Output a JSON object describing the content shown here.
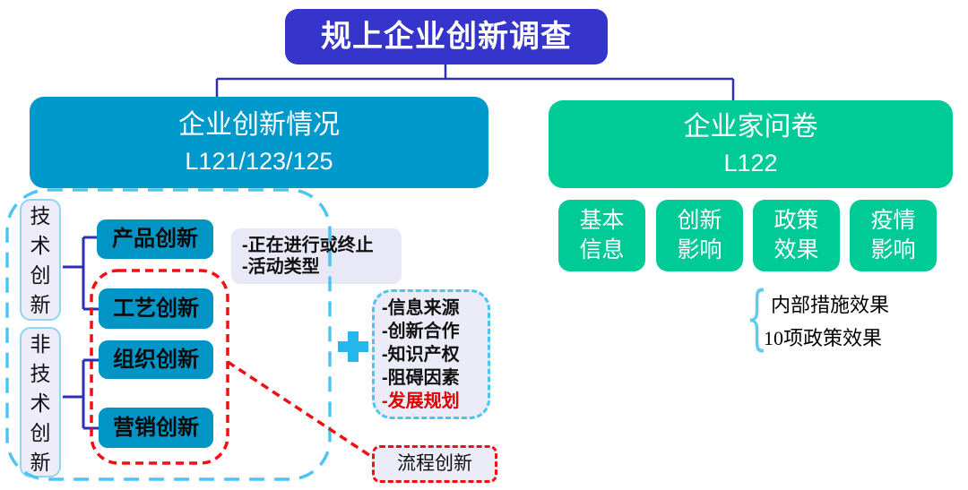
{
  "title": "规上企业创新调查",
  "left_branch": {
    "header": {
      "line1": "企业创新情况",
      "line2": "L121/123/125"
    },
    "category_labels": [
      "技术创新",
      "非技术创新"
    ],
    "innovation_boxes": [
      "产品创新",
      "工艺创新",
      "组织创新",
      "营销创新"
    ],
    "note_lines": [
      "-正在进行或终止",
      "-活动类型"
    ],
    "detail_items": [
      "-信息来源",
      "-创新合作",
      "-知识产权",
      "-阻碍因素",
      "-发展规划"
    ],
    "detail_highlighted_item": "-发展规划",
    "process_box_label": "流程创新"
  },
  "right_branch": {
    "header": {
      "line1": "企业家问卷",
      "line2": "L122"
    },
    "topic_boxes": [
      "基本信息",
      "创新影响",
      "政策效果",
      "疫情影响"
    ],
    "brace_glyph": "{",
    "brace_lines": [
      "内部措施效果",
      "10项政策效果"
    ]
  },
  "icons": {
    "plus": "plus-icon",
    "brace": "brace-icon"
  },
  "colors": {
    "title_bg": "#3534cb",
    "left_header_bg": "#0099cc",
    "innovation_box_bg": "#0095c5",
    "green_bg": "#00ca96",
    "connector_line": "#2e2eb8",
    "dashed_blue": "#4cc5f2",
    "dashed_red": "#f01010",
    "lavender_bg": "#e9e8f6",
    "highlight_text": "#e00000",
    "plus_icon": "#25b7ea"
  }
}
